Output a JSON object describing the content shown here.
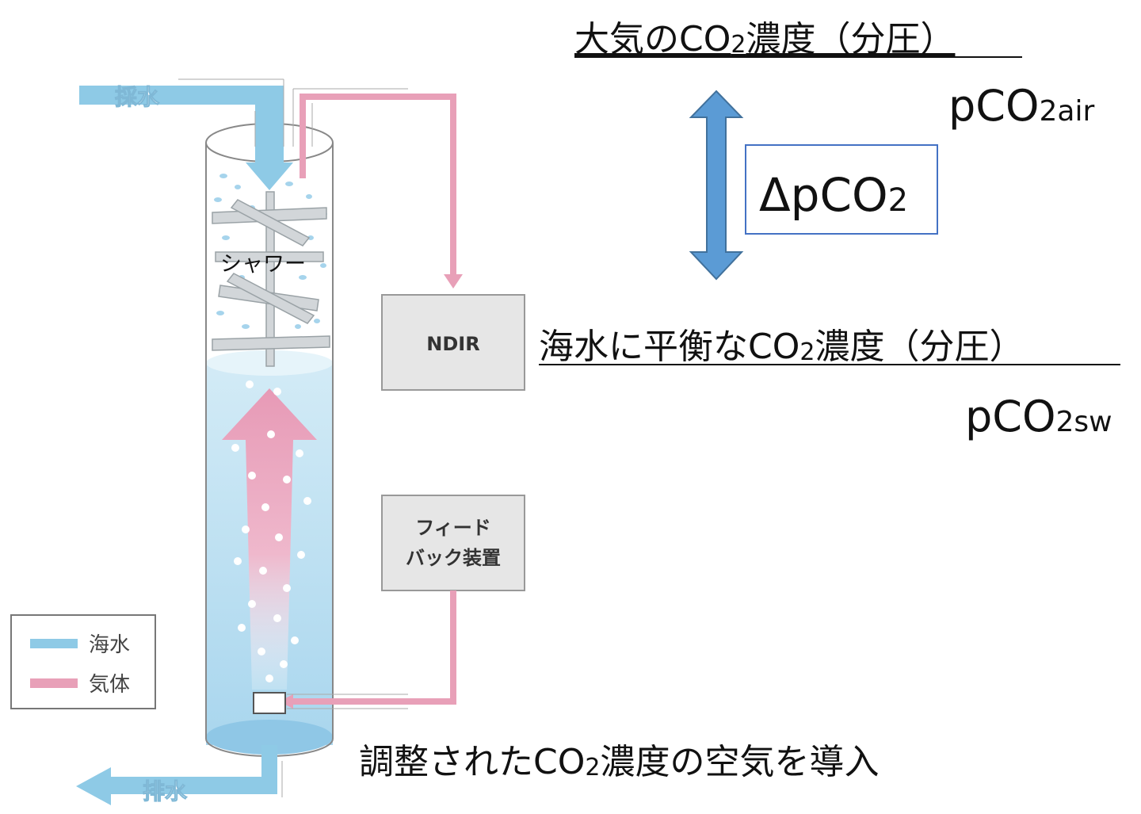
{
  "labels": {
    "intake": "採水",
    "drain": "排水",
    "shower": "シャワー",
    "ndir": "NDIR",
    "feedback_line1": "フィード",
    "feedback_line2": "バック装置",
    "legend_seawater": "海水",
    "legend_gas": "気体"
  },
  "text": {
    "air_title": "大気のCO",
    "air_title_sub": "2",
    "air_title_rest": "濃度（分圧）",
    "pco2_air_main": "pCO",
    "pco2_air_sub": "2air",
    "delta_main": "ΔpCO",
    "delta_sub": "2",
    "sw_title": "海水に平衡なCO",
    "sw_title_sub": "2",
    "sw_title_rest": "濃度（分圧）",
    "pco2_sw_main": "pCO",
    "pco2_sw_sub": "2sw",
    "bottom_caption": "調整されたCO",
    "bottom_caption_sub": "2",
    "bottom_caption_rest": "濃度の空気を導入"
  },
  "colors": {
    "seawater": "#8ecae6",
    "gas": "#e8a0b8",
    "arrow_blue": "#5b9bd5",
    "box_border": "#4472c4"
  }
}
